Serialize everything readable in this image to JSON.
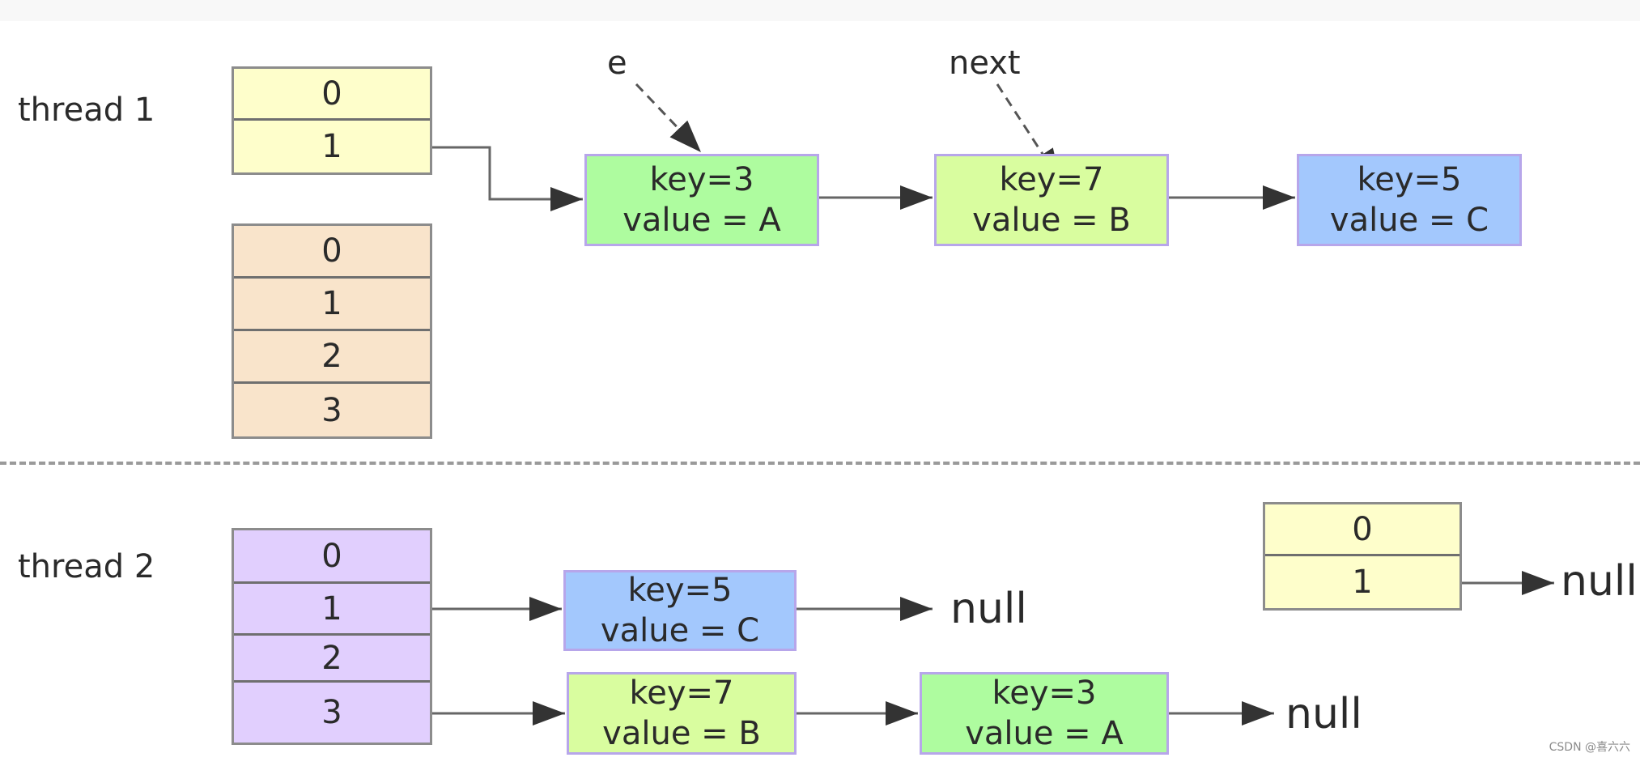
{
  "colors": {
    "yellow": "#fefecb",
    "peach": "#f9e4cb",
    "purple": "#e1cffe",
    "green": "#aefc9f",
    "lime": "#d9fd9f",
    "blue": "#a3c8fd"
  },
  "thread1": {
    "label": "thread 1",
    "pointer_e": "e",
    "pointer_next": "next",
    "old_table": [
      "0",
      "1"
    ],
    "new_table": [
      "0",
      "1",
      "2",
      "3"
    ],
    "chain": [
      {
        "key": "key=3",
        "value": "value = A"
      },
      {
        "key": "key=7",
        "value": "value = B"
      },
      {
        "key": "key=5",
        "value": "value = C"
      }
    ]
  },
  "thread2": {
    "label": "thread 2",
    "new_table": [
      "0",
      "1",
      "2",
      "3"
    ],
    "bucket1_chain": [
      {
        "key": "key=5",
        "value": "value = C"
      }
    ],
    "bucket1_null": "null",
    "bucket3_chain": [
      {
        "key": "key=7",
        "value": "value = B"
      },
      {
        "key": "key=3",
        "value": "value = A"
      }
    ],
    "bucket3_null": "null",
    "old_table": [
      "0",
      "1"
    ],
    "old_table_null": "null"
  },
  "watermark": "CSDN @喜六六"
}
